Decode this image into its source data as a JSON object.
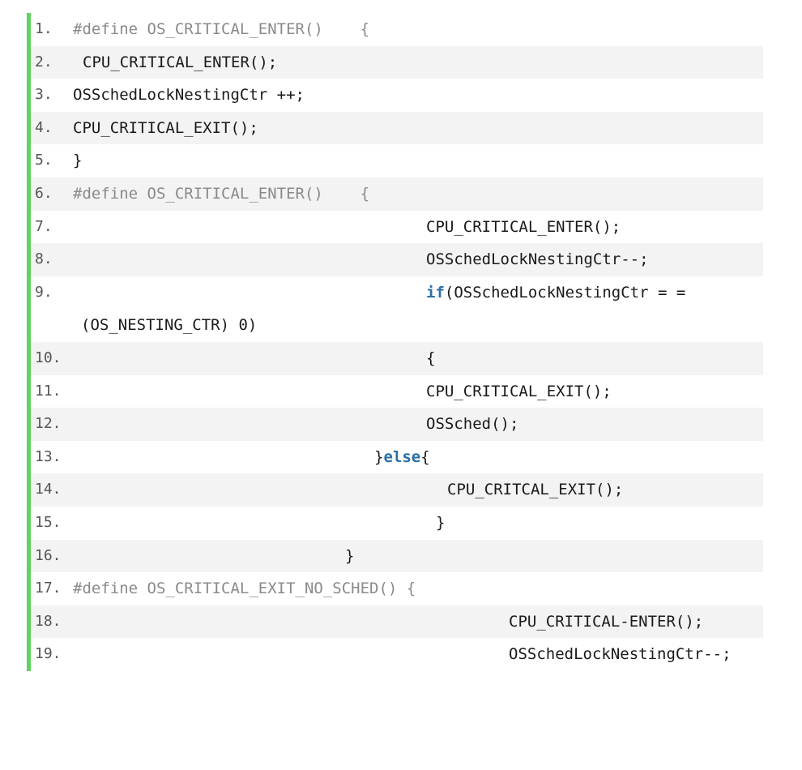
{
  "lines": [
    {
      "num": "1.",
      "text": "#define OS_CRITICAL_ENTER()    {"
    },
    {
      "num": "2.",
      "text": "CPU_CRITICAL_ENTER();"
    },
    {
      "num": "3.",
      "text": "OSSchedLockNestingCtr ++;"
    },
    {
      "num": "4.",
      "text": "CPU_CRITICAL_EXIT();"
    },
    {
      "num": "5.",
      "text": "}"
    },
    {
      "num": "6.",
      "text": "#define OS_CRITICAL_ENTER()    {"
    },
    {
      "num": "7.",
      "text": "CPU_CRITICAL_ENTER();"
    },
    {
      "num": "8.",
      "text": "OSSchedLockNestingCtr--;"
    },
    {
      "num": "9.",
      "text_prefix": "if",
      "text": "(OSSchedLockNestingCtr = ="
    },
    {
      "num": "",
      "text": "(OS_NESTING_CTR) 0)"
    },
    {
      "num": "10.",
      "text": "{"
    },
    {
      "num": "11.",
      "text": "CPU_CRITICAL_EXIT();"
    },
    {
      "num": "12.",
      "text": "OSSched();"
    },
    {
      "num": "13.",
      "text_prefix": "}",
      "text_kw": "else",
      "text": "{"
    },
    {
      "num": "14.",
      "text": "CPU_CRITCAL_EXIT();"
    },
    {
      "num": "15.",
      "text": "}"
    },
    {
      "num": "16.",
      "text": "}"
    },
    {
      "num": "17.",
      "text": "#define OS_CRITICAL_EXIT_NO_SCHED() {"
    },
    {
      "num": "18.",
      "text": "CPU_CRITICAL-ENTER();"
    },
    {
      "num": "19.",
      "text": "OSSchedLockNestingCtr--;"
    }
  ]
}
